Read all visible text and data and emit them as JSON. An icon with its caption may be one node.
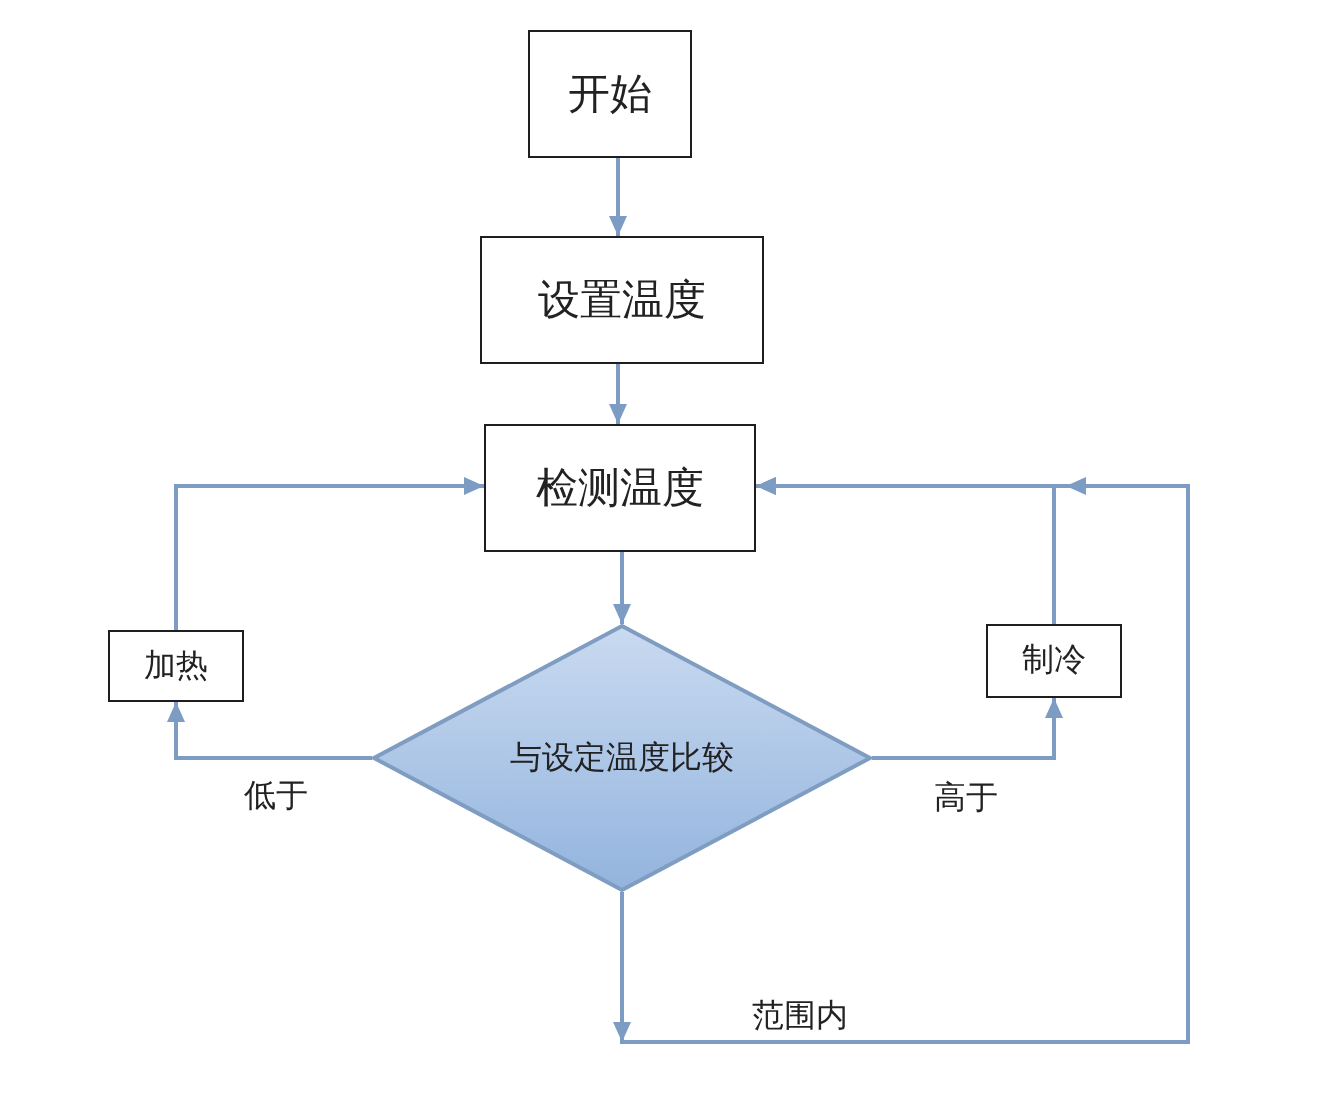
{
  "diagram": {
    "nodes": [
      {
        "text": [
          "开始"
        ]
      },
      {
        "text": [
          "设置温度"
        ]
      },
      {
        "text": [
          "检测温度"
        ]
      },
      {
        "text": [
          "与设定温度比较"
        ]
      },
      {
        "text": [
          "加热"
        ]
      },
      {
        "text": [
          "制冷"
        ]
      }
    ],
    "edges": [
      {
        "from": 0,
        "to": 1,
        "arrow": "to"
      },
      {
        "from": 1,
        "to": 2,
        "arrow": "to"
      },
      {
        "from": 2,
        "to": 3,
        "arrow": "to"
      },
      {
        "from": 3,
        "to": 4,
        "arrow": "to",
        "label": "低于"
      },
      {
        "from": 3,
        "to": 5,
        "arrow": "to",
        "label": "高于"
      },
      {
        "from": 4,
        "to": 2,
        "arrow": "to"
      },
      {
        "from": 5,
        "to": 2,
        "arrow": "to"
      },
      {
        "from": 3,
        "to": 2,
        "arrow": "to",
        "label": "范围内"
      }
    ]
  }
}
